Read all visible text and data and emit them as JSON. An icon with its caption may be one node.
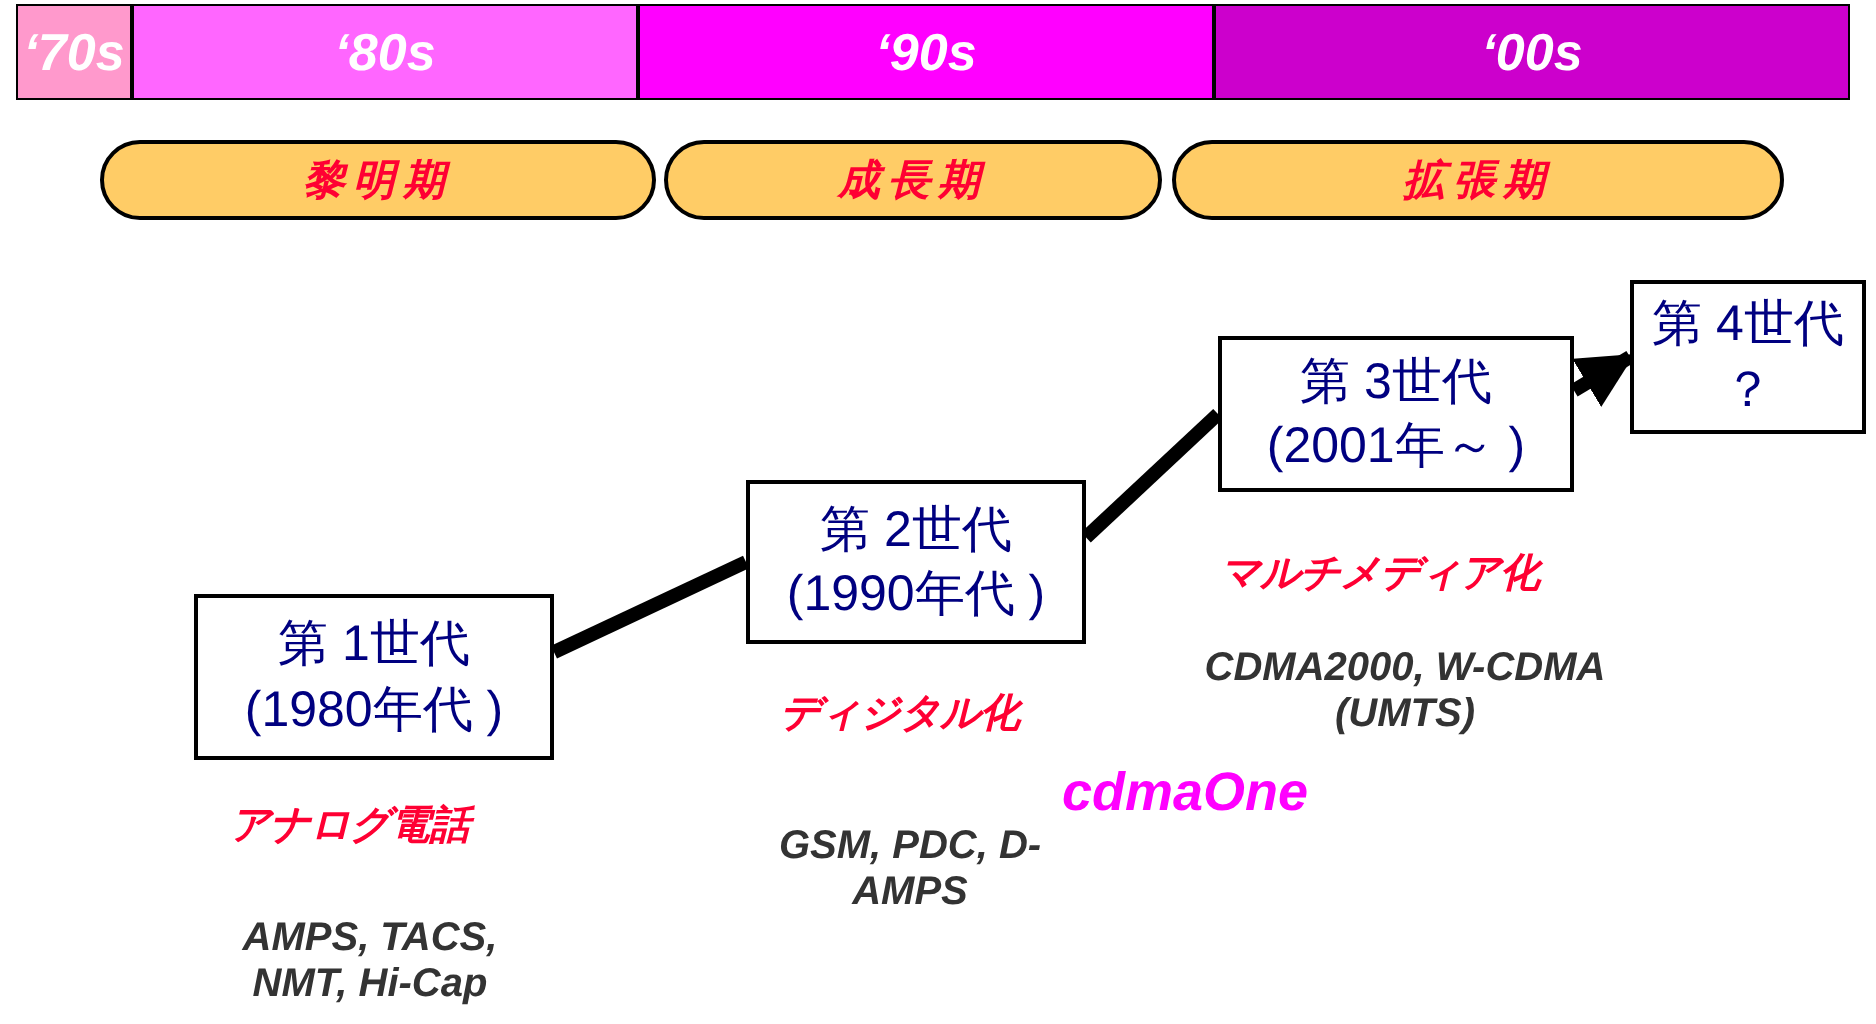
{
  "diagram": {
    "nodes": [
      {
        "text": [
          "‘70s"
        ]
      },
      {
        "text": [
          "‘80s"
        ]
      },
      {
        "text": [
          "‘90s"
        ]
      },
      {
        "text": [
          "‘00s"
        ]
      },
      {
        "text": [
          "黎明期"
        ]
      },
      {
        "text": [
          "成長期"
        ]
      },
      {
        "text": [
          "拡張期"
        ]
      },
      {
        "text": [
          "第 1世代",
          "(1980年代 )"
        ]
      },
      {
        "text": [
          "第 2世代",
          "(1990年代 )"
        ]
      },
      {
        "text": [
          "第 3世代",
          "(2001年～ )"
        ]
      },
      {
        "text": [
          "第 4世代",
          "？"
        ]
      }
    ],
    "edges": [
      {
        "from": 7,
        "to": 8,
        "arrow": "none"
      },
      {
        "from": 8,
        "to": 9,
        "arrow": "none"
      },
      {
        "from": 9,
        "to": 10,
        "arrow": "to"
      }
    ],
    "labels": [
      "アナログ電話",
      "AMPS, TACS, NMT, Hi-Cap",
      "ディジタル化",
      "GSM, PDC, D-AMPS",
      "cdmaOne",
      "マルチメディア化",
      "CDMA2000, W-CDMA (UMTS)"
    ]
  }
}
